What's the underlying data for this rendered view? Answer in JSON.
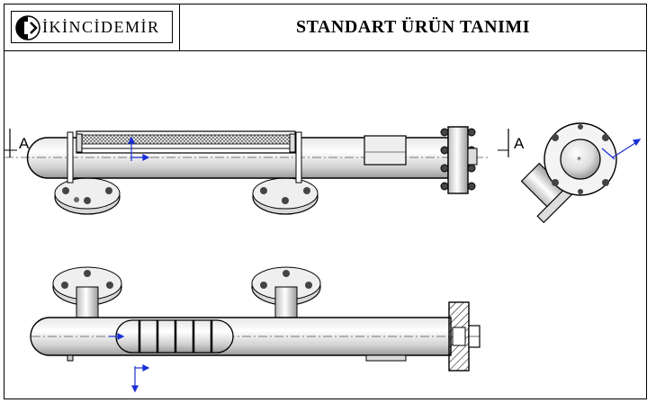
{
  "header": {
    "logo_text": "İKİNCİDEMİR",
    "title": "STANDART ÜRÜN TANIMI"
  },
  "drawing": {
    "section_label_left": "A",
    "section_label_right": "A"
  }
}
